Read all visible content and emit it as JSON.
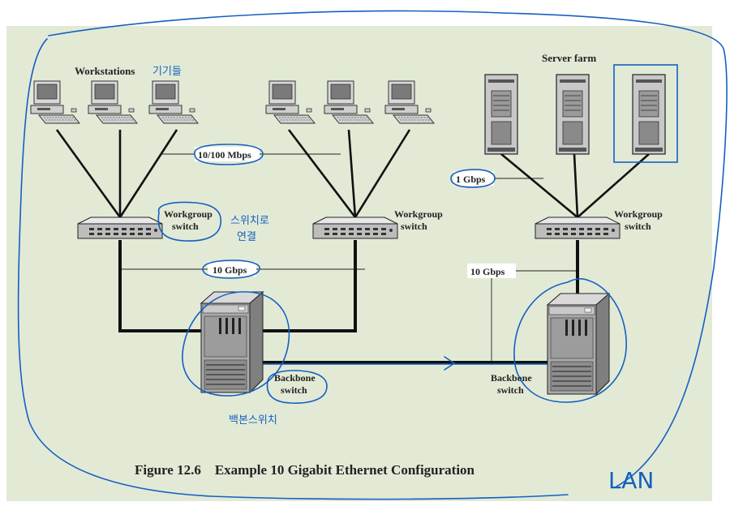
{
  "figure": {
    "caption": "Figure 12.6    Example 10 Gigabit Ethernet Configuration",
    "colors": {
      "panel": "#e2ead6",
      "annotation": "#1560c0",
      "links": "#111111"
    }
  },
  "labels": {
    "workstations": "Workstations",
    "server_farm": "Server farm",
    "speed_10_100": "10/100 Mbps",
    "speed_1gbps": "1 Gbps",
    "speed_10gbps_left": "10 Gbps",
    "speed_10gbps_right": "10 Gbps",
    "workgroup_switch_1_line1": "Workgroup",
    "workgroup_switch_1_line2": "switch",
    "workgroup_switch_2_line1": "Workgroup",
    "workgroup_switch_2_line2": "switch",
    "workgroup_switch_3_line1": "Workgroup",
    "workgroup_switch_3_line2": "switch",
    "backbone_switch_1_line1": "Backbone",
    "backbone_switch_1_line2": "switch",
    "backbone_switch_2_line1": "Backbone",
    "backbone_switch_2_line2": "switch"
  },
  "annotations": {
    "devices": "기기들",
    "switch_connection_line1": "스위치로",
    "switch_connection_line2": "연결",
    "backbone_switch": "백본스위치",
    "lan": "LAN"
  },
  "icons": [
    "workstation-icon",
    "server-icon",
    "workgroup-switch-icon",
    "backbone-switch-icon"
  ]
}
